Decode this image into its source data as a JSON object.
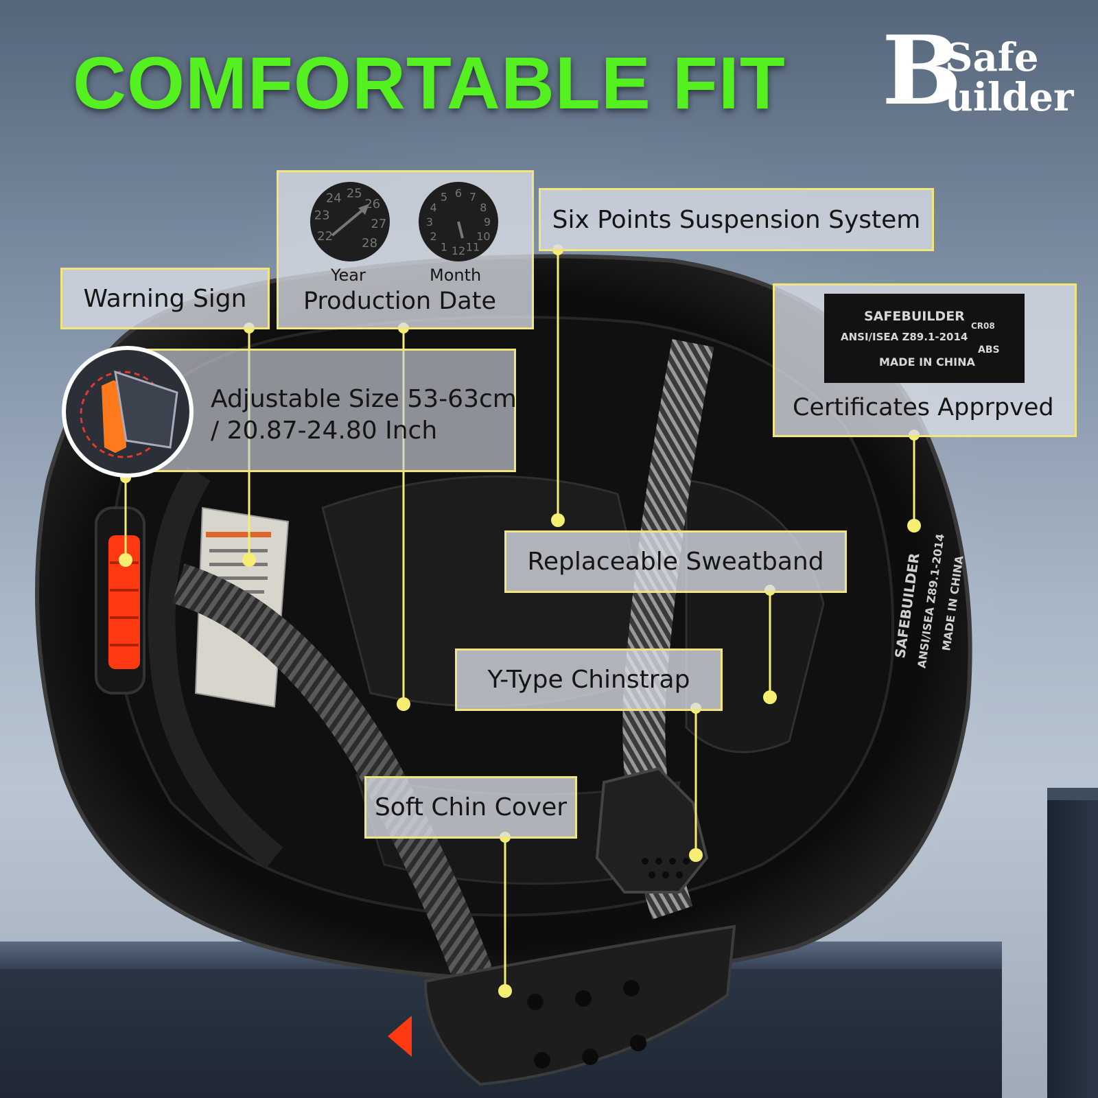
{
  "headline": "COMFORTABLE FIT",
  "brand": {
    "initial": "B",
    "line1": "Safe",
    "line2": "uilder"
  },
  "callouts": {
    "warning_sign": "Warning Sign",
    "production_date": "Production Date",
    "dial_year": "Year",
    "dial_month": "Month",
    "dial_year_numbers": [
      "22",
      "23",
      "24",
      "25",
      "26",
      "27",
      "28"
    ],
    "dial_month_numbers": [
      "1",
      "2",
      "3",
      "4",
      "5",
      "6",
      "7",
      "8",
      "9",
      "10",
      "11",
      "12"
    ],
    "suspension": "Six Points Suspension System",
    "adjustable_line1": "Adjustable  Size 53-63cm",
    "adjustable_line2": "/ 20.87-24.80 Inch",
    "certificates": "Certificates Apprpved",
    "sweatband": "Replaceable Sweatband",
    "chinstrap": "Y-Type Chinstrap",
    "chin_cover": "Soft Chin Cover"
  },
  "cert_label": {
    "brand": "SAFEBUILDER",
    "code": "CR08",
    "standard": "ANSI/ISEA Z89.1-2014",
    "material": "ABS",
    "origin": "MADE IN CHINA"
  },
  "colors": {
    "headline": "#55f01f",
    "accent_yellow": "#f3e57d",
    "leader_line": "#f6ee72",
    "adjuster_orange": "#ff3a12"
  }
}
